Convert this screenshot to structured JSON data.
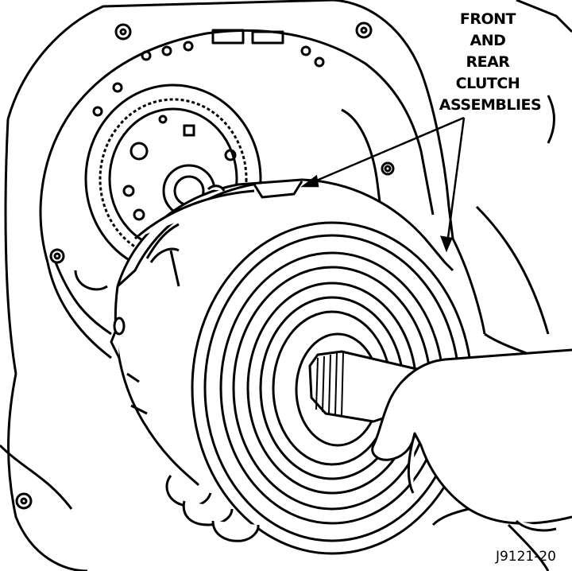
{
  "callout": {
    "lines": [
      "FRONT",
      "AND",
      "REAR",
      "CLUTCH",
      "ASSEMBLIES"
    ]
  },
  "figure_id": "J9121-20",
  "components": {
    "housing": "transmission-case-icon",
    "clutch": "clutch-drum-icon",
    "hand": "hand-icon"
  },
  "colors": {
    "ink": "#000000",
    "paper": "#ffffff"
  }
}
